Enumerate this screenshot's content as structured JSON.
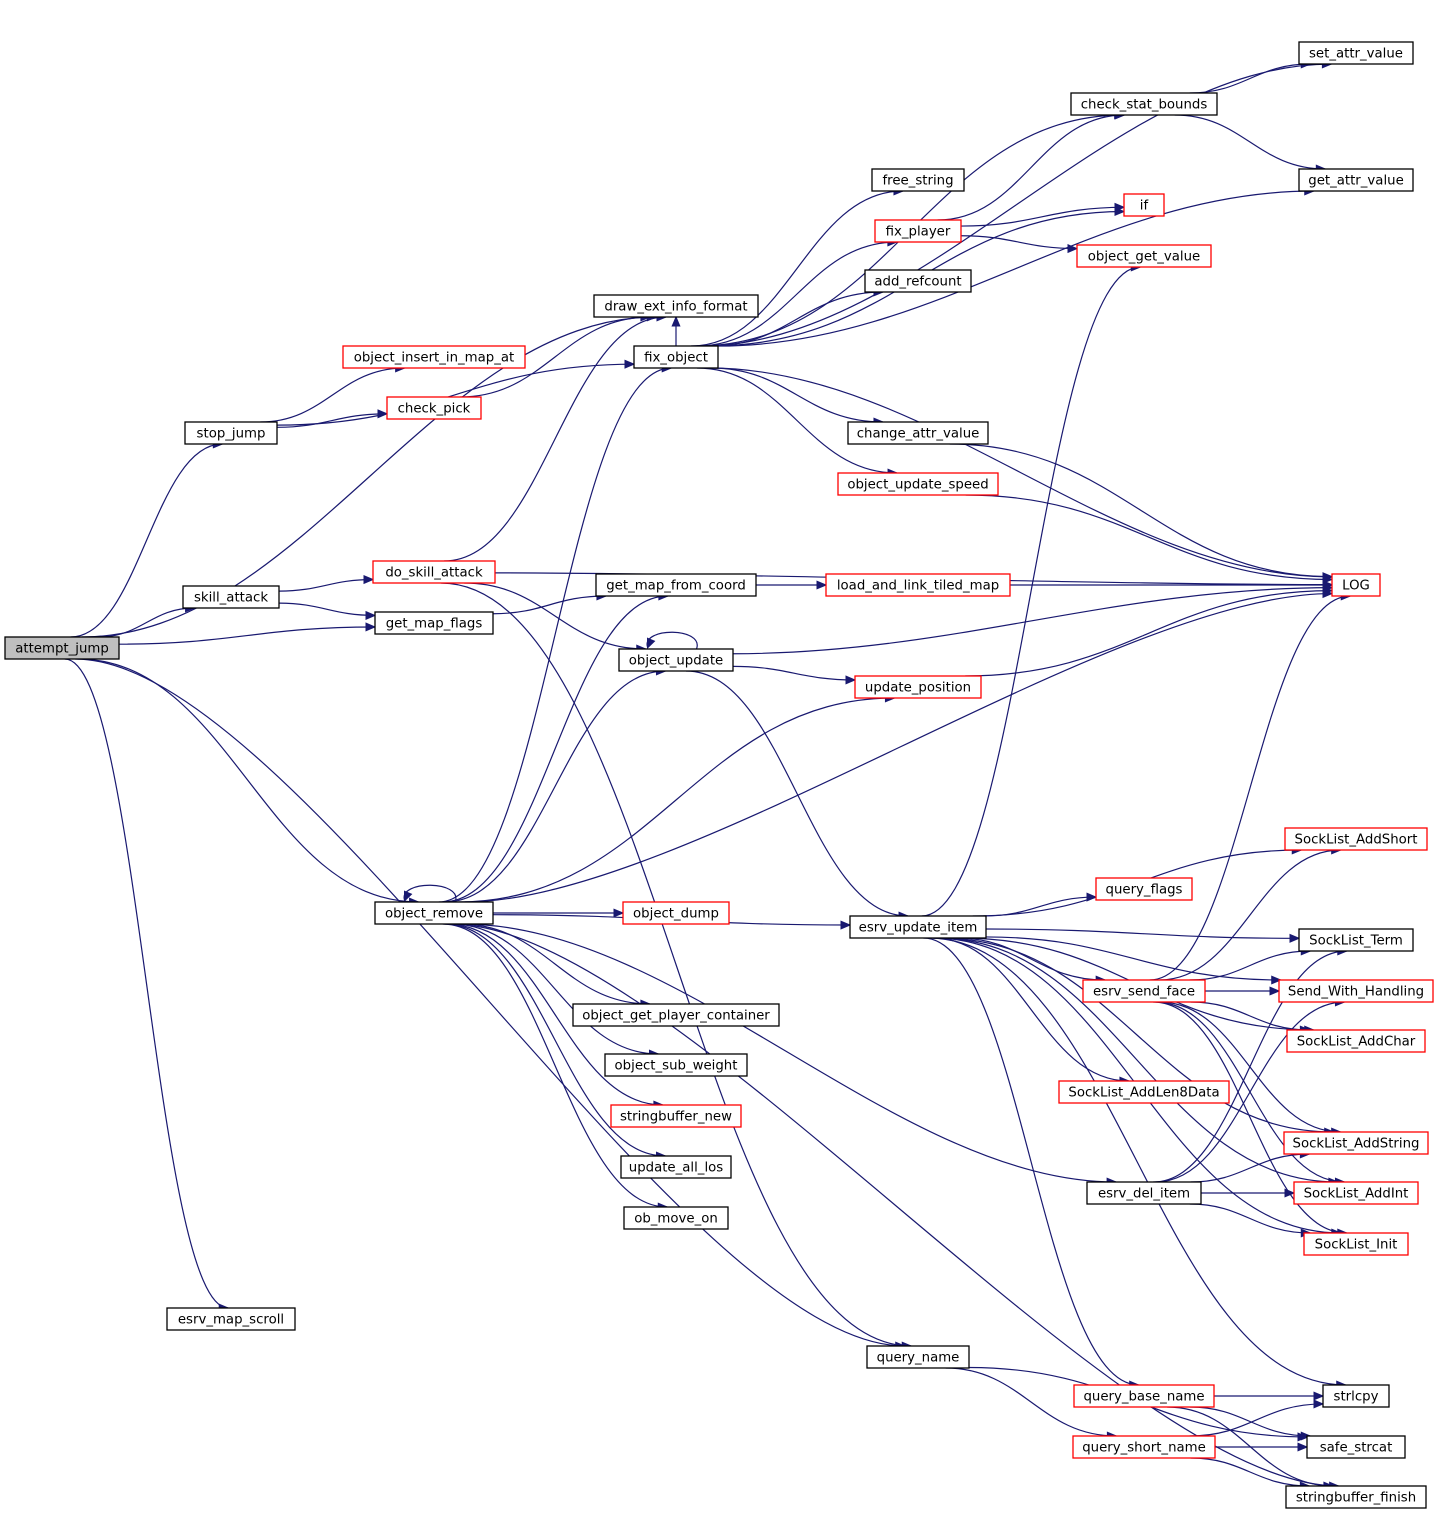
{
  "diagram": {
    "colors": {
      "background": "#ffffff",
      "edge": "#191970",
      "node_border_default": "#000000",
      "node_border_truncated": "#ff0000",
      "root_fill": "#bfbfbf"
    },
    "nodes": [
      {
        "id": "attempt_jump",
        "label": "attempt_jump",
        "style": "root"
      },
      {
        "id": "draw_ext_info_format",
        "label": "draw_ext_info_format",
        "style": "normal"
      },
      {
        "id": "stop_jump",
        "label": "stop_jump",
        "style": "normal"
      },
      {
        "id": "skill_attack",
        "label": "skill_attack",
        "style": "normal"
      },
      {
        "id": "get_map_flags",
        "label": "get_map_flags",
        "style": "normal"
      },
      {
        "id": "object_remove",
        "label": "object_remove",
        "style": "normal"
      },
      {
        "id": "esrv_map_scroll",
        "label": "esrv_map_scroll",
        "style": "normal"
      },
      {
        "id": "query_name",
        "label": "query_name",
        "style": "normal"
      },
      {
        "id": "object_insert_in_map_at",
        "label": "object_insert_in_map_at",
        "style": "truncated"
      },
      {
        "id": "check_pick",
        "label": "check_pick",
        "style": "truncated"
      },
      {
        "id": "fix_object",
        "label": "fix_object",
        "style": "normal"
      },
      {
        "id": "do_skill_attack",
        "label": "do_skill_attack",
        "style": "truncated"
      },
      {
        "id": "get_map_from_coord",
        "label": "get_map_from_coord",
        "style": "normal"
      },
      {
        "id": "object_update",
        "label": "object_update",
        "style": "normal"
      },
      {
        "id": "object_dump",
        "label": "object_dump",
        "style": "truncated"
      },
      {
        "id": "object_get_player_container",
        "label": "object_get_player_container",
        "style": "normal"
      },
      {
        "id": "object_sub_weight",
        "label": "object_sub_weight",
        "style": "normal"
      },
      {
        "id": "stringbuffer_new",
        "label": "stringbuffer_new",
        "style": "truncated"
      },
      {
        "id": "update_all_los",
        "label": "update_all_los",
        "style": "normal"
      },
      {
        "id": "ob_move_on",
        "label": "ob_move_on",
        "style": "normal"
      },
      {
        "id": "free_string",
        "label": "free_string",
        "style": "normal"
      },
      {
        "id": "fix_player",
        "label": "fix_player",
        "style": "truncated"
      },
      {
        "id": "add_refcount",
        "label": "add_refcount",
        "style": "normal"
      },
      {
        "id": "change_attr_value",
        "label": "change_attr_value",
        "style": "normal"
      },
      {
        "id": "object_update_speed",
        "label": "object_update_speed",
        "style": "truncated"
      },
      {
        "id": "load_and_link_tiled_map",
        "label": "load_and_link_tiled_map",
        "style": "truncated"
      },
      {
        "id": "update_position",
        "label": "update_position",
        "style": "truncated"
      },
      {
        "id": "esrv_update_item",
        "label": "esrv_update_item",
        "style": "normal"
      },
      {
        "id": "check_stat_bounds",
        "label": "check_stat_bounds",
        "style": "normal"
      },
      {
        "id": "if",
        "label": "if",
        "style": "truncated"
      },
      {
        "id": "object_get_value",
        "label": "object_get_value",
        "style": "truncated"
      },
      {
        "id": "query_flags",
        "label": "query_flags",
        "style": "truncated"
      },
      {
        "id": "esrv_send_face",
        "label": "esrv_send_face",
        "style": "truncated"
      },
      {
        "id": "SockList_AddLen8Data",
        "label": "SockList_AddLen8Data",
        "style": "truncated"
      },
      {
        "id": "esrv_del_item",
        "label": "esrv_del_item",
        "style": "normal"
      },
      {
        "id": "query_base_name",
        "label": "query_base_name",
        "style": "truncated"
      },
      {
        "id": "query_short_name",
        "label": "query_short_name",
        "style": "truncated"
      },
      {
        "id": "set_attr_value",
        "label": "set_attr_value",
        "style": "normal"
      },
      {
        "id": "get_attr_value",
        "label": "get_attr_value",
        "style": "normal"
      },
      {
        "id": "LOG",
        "label": "LOG",
        "style": "truncated"
      },
      {
        "id": "SockList_AddShort",
        "label": "SockList_AddShort",
        "style": "truncated"
      },
      {
        "id": "SockList_Term",
        "label": "SockList_Term",
        "style": "normal"
      },
      {
        "id": "Send_With_Handling",
        "label": "Send_With_Handling",
        "style": "truncated"
      },
      {
        "id": "SockList_AddChar",
        "label": "SockList_AddChar",
        "style": "truncated"
      },
      {
        "id": "SockList_AddString",
        "label": "SockList_AddString",
        "style": "truncated"
      },
      {
        "id": "SockList_AddInt",
        "label": "SockList_AddInt",
        "style": "truncated"
      },
      {
        "id": "SockList_Init",
        "label": "SockList_Init",
        "style": "truncated"
      },
      {
        "id": "strlcpy",
        "label": "strlcpy",
        "style": "normal"
      },
      {
        "id": "safe_strcat",
        "label": "safe_strcat",
        "style": "normal"
      },
      {
        "id": "stringbuffer_finish",
        "label": "stringbuffer_finish",
        "style": "normal"
      }
    ],
    "edges": [
      [
        "attempt_jump",
        "draw_ext_info_format"
      ],
      [
        "attempt_jump",
        "stop_jump"
      ],
      [
        "attempt_jump",
        "skill_attack"
      ],
      [
        "attempt_jump",
        "get_map_flags"
      ],
      [
        "attempt_jump",
        "object_remove"
      ],
      [
        "attempt_jump",
        "esrv_map_scroll"
      ],
      [
        "attempt_jump",
        "query_name"
      ],
      [
        "stop_jump",
        "object_insert_in_map_at"
      ],
      [
        "stop_jump",
        "check_pick"
      ],
      [
        "stop_jump",
        "fix_object"
      ],
      [
        "check_pick",
        "draw_ext_info_format"
      ],
      [
        "skill_attack",
        "do_skill_attack"
      ],
      [
        "skill_attack",
        "get_map_flags"
      ],
      [
        "do_skill_attack",
        "draw_ext_info_format"
      ],
      [
        "do_skill_attack",
        "object_update"
      ],
      [
        "do_skill_attack",
        "query_name"
      ],
      [
        "do_skill_attack",
        "LOG"
      ],
      [
        "get_map_flags",
        "get_map_from_coord"
      ],
      [
        "get_map_from_coord",
        "load_and_link_tiled_map"
      ],
      [
        "load_and_link_tiled_map",
        "LOG"
      ],
      [
        "object_update",
        "object_update"
      ],
      [
        "object_update",
        "update_position"
      ],
      [
        "object_update",
        "LOG"
      ],
      [
        "object_update",
        "esrv_update_item"
      ],
      [
        "update_position",
        "LOG"
      ],
      [
        "fix_object",
        "set_attr_value"
      ],
      [
        "fix_object",
        "check_stat_bounds"
      ],
      [
        "fix_object",
        "if"
      ],
      [
        "fix_object",
        "free_string"
      ],
      [
        "fix_object",
        "fix_player"
      ],
      [
        "fix_object",
        "add_refcount"
      ],
      [
        "fix_object",
        "draw_ext_info_format"
      ],
      [
        "fix_object",
        "get_attr_value"
      ],
      [
        "fix_object",
        "change_attr_value"
      ],
      [
        "fix_object",
        "object_update_speed"
      ],
      [
        "fix_object",
        "LOG"
      ],
      [
        "fix_player",
        "check_stat_bounds"
      ],
      [
        "fix_player",
        "if"
      ],
      [
        "fix_player",
        "object_get_value"
      ],
      [
        "check_stat_bounds",
        "set_attr_value"
      ],
      [
        "check_stat_bounds",
        "get_attr_value"
      ],
      [
        "change_attr_value",
        "LOG"
      ],
      [
        "object_update_speed",
        "LOG"
      ],
      [
        "object_remove",
        "object_remove"
      ],
      [
        "object_remove",
        "get_map_from_coord"
      ],
      [
        "object_remove",
        "fix_object"
      ],
      [
        "object_remove",
        "object_update"
      ],
      [
        "object_remove",
        "update_position"
      ],
      [
        "object_remove",
        "LOG"
      ],
      [
        "object_remove",
        "esrv_update_item"
      ],
      [
        "object_remove",
        "object_dump"
      ],
      [
        "object_remove",
        "object_get_player_container"
      ],
      [
        "object_remove",
        "object_sub_weight"
      ],
      [
        "object_remove",
        "stringbuffer_new"
      ],
      [
        "object_remove",
        "update_all_los"
      ],
      [
        "object_remove",
        "ob_move_on"
      ],
      [
        "object_remove",
        "esrv_del_item"
      ],
      [
        "object_remove",
        "stringbuffer_finish"
      ],
      [
        "esrv_update_item",
        "object_get_value"
      ],
      [
        "esrv_update_item",
        "SockList_AddShort"
      ],
      [
        "esrv_update_item",
        "SockList_Term"
      ],
      [
        "esrv_update_item",
        "query_flags"
      ],
      [
        "esrv_update_item",
        "esrv_send_face"
      ],
      [
        "esrv_update_item",
        "Send_With_Handling"
      ],
      [
        "esrv_update_item",
        "SockList_AddChar"
      ],
      [
        "esrv_update_item",
        "SockList_AddLen8Data"
      ],
      [
        "esrv_update_item",
        "SockList_AddString"
      ],
      [
        "esrv_update_item",
        "SockList_AddInt"
      ],
      [
        "esrv_update_item",
        "SockList_Init"
      ],
      [
        "esrv_update_item",
        "strlcpy"
      ],
      [
        "esrv_update_item",
        "query_base_name"
      ],
      [
        "esrv_send_face",
        "LOG"
      ],
      [
        "esrv_send_face",
        "SockList_AddShort"
      ],
      [
        "esrv_send_face",
        "SockList_Term"
      ],
      [
        "esrv_send_face",
        "Send_With_Handling"
      ],
      [
        "esrv_send_face",
        "SockList_AddChar"
      ],
      [
        "esrv_send_face",
        "SockList_AddString"
      ],
      [
        "esrv_send_face",
        "SockList_AddInt"
      ],
      [
        "esrv_send_face",
        "SockList_Init"
      ],
      [
        "esrv_del_item",
        "SockList_Term"
      ],
      [
        "esrv_del_item",
        "Send_With_Handling"
      ],
      [
        "esrv_del_item",
        "SockList_AddString"
      ],
      [
        "esrv_del_item",
        "SockList_AddInt"
      ],
      [
        "esrv_del_item",
        "SockList_Init"
      ],
      [
        "query_name",
        "query_short_name"
      ],
      [
        "query_name",
        "safe_strcat"
      ],
      [
        "query_base_name",
        "strlcpy"
      ],
      [
        "query_base_name",
        "safe_strcat"
      ],
      [
        "query_base_name",
        "stringbuffer_finish"
      ],
      [
        "query_short_name",
        "strlcpy"
      ],
      [
        "query_short_name",
        "safe_strcat"
      ],
      [
        "query_short_name",
        "stringbuffer_finish"
      ]
    ]
  }
}
